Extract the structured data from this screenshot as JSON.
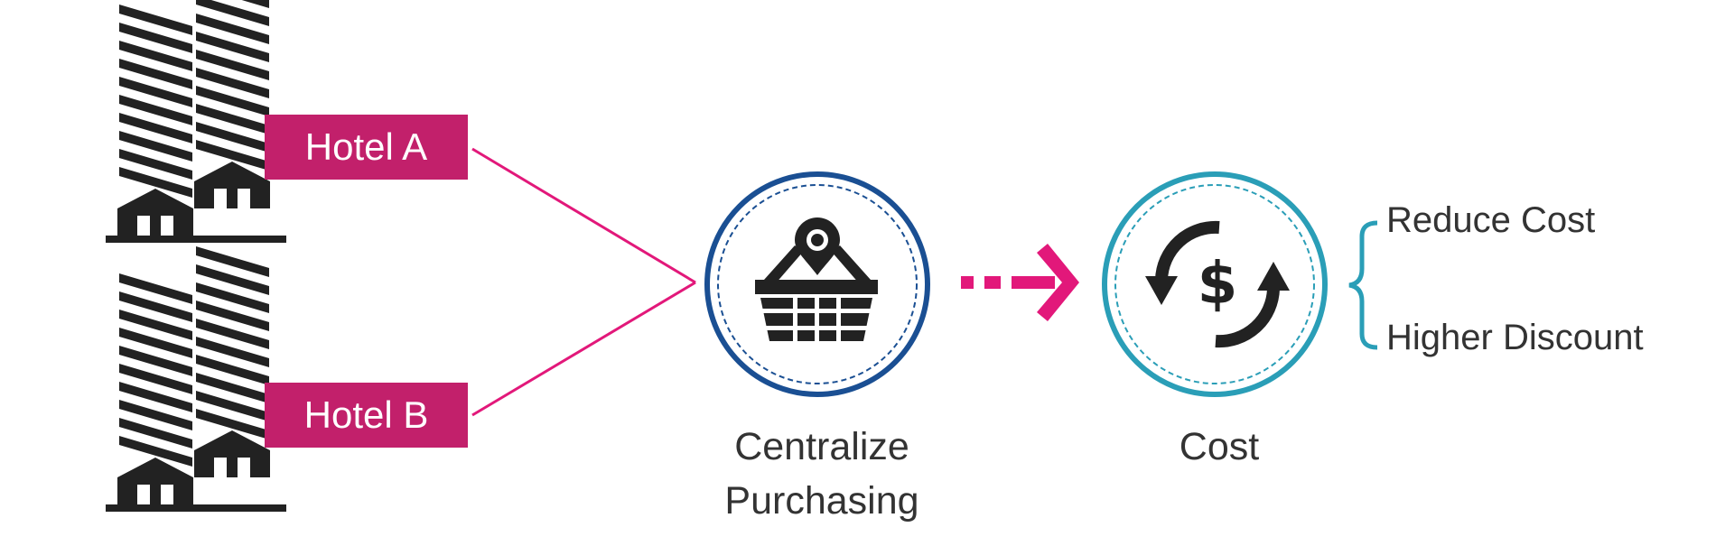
{
  "colors": {
    "magenta": "#C2206B",
    "connector": "#E2187A",
    "navy": "#1A4F93",
    "teal": "#2A9EB7",
    "dark": "#222222",
    "text": "#333333"
  },
  "hotels": [
    {
      "label": "Hotel A",
      "icon": "buildings-icon"
    },
    {
      "label": "Hotel B",
      "icon": "buildings-icon"
    }
  ],
  "steps": [
    {
      "label_lines": [
        "Centralize",
        "Purchasing"
      ],
      "icon": "basket-location-icon"
    },
    {
      "label_lines": [
        "Cost"
      ],
      "icon": "dollar-cycle-icon"
    }
  ],
  "benefits": [
    "Reduce Cost",
    "Higher Discount"
  ]
}
